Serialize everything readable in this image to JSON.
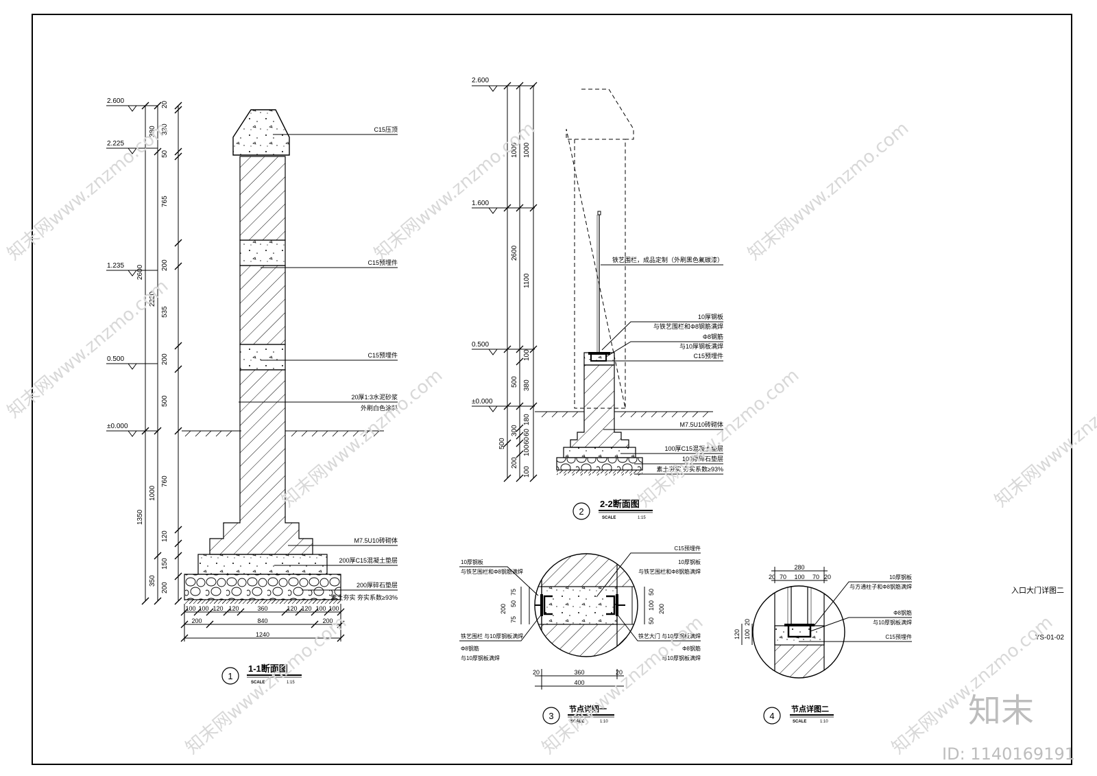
{
  "sheet": {
    "title": "入口大门详图二",
    "number": "YS-01-02",
    "watermark_brand": "知末",
    "watermark_id": "ID: 1140169191",
    "watermark_text": "知末网www.znzmo.com"
  },
  "section1": {
    "num": "1",
    "title": "1-1断面图",
    "scale_label": "SCALE",
    "scale": "1:15",
    "levels": [
      "2.600",
      "2.225",
      "1.235",
      "0.500",
      "±0.000"
    ],
    "dims_right": [
      "20",
      "330",
      "50",
      "765",
      "200",
      "535",
      "200",
      "500",
      "760",
      "120",
      "150",
      "200"
    ],
    "dims_left1": [
      "380",
      "2220",
      "1000",
      "350"
    ],
    "dims_left2": [
      "2600",
      "1350"
    ],
    "dims_bottom1": [
      "100",
      "100",
      "120",
      "120",
      "360",
      "120",
      "120",
      "100",
      "100"
    ],
    "dims_bottom2": [
      "200",
      "840",
      "200"
    ],
    "dims_bottom3": "1240",
    "notes": [
      "C15压顶",
      "C15预埋件",
      "C15预埋件",
      "20厚1:3水泥砂浆",
      "外刷白色涂料",
      "M7.5U10砖砌体",
      "200厚C15混凝土垫层",
      "200厚碎石垫层",
      "素土夯实  夯实系数≥93%"
    ]
  },
  "section2": {
    "num": "2",
    "title": "2-2断面图",
    "scale_label": "SCALE",
    "scale": "1:15",
    "levels": [
      "2.600",
      "1.600",
      "0.500",
      "±0.000"
    ],
    "dims_a": [
      "1000",
      "1100",
      "100",
      "380",
      "180",
      "60",
      "60",
      "100",
      "100"
    ],
    "dims_b": [
      "1000",
      "2600",
      "500",
      "300",
      "500",
      "200"
    ],
    "notes": [
      "铁艺围栏，成品定制（外刷黑色氟碳漆）",
      "10厚钢板",
      "与铁艺围栏和Φ8钢筋满焊",
      "Φ8钢筋",
      "与10厚钢板满焊",
      "C15预埋件",
      "M7.5U10砖砌体",
      "100厚C15混凝土垫层",
      "100厚碎石垫层",
      "素土夯实  夯实系数≥93%"
    ]
  },
  "detail3": {
    "num": "3",
    "title": "节点详图一",
    "scale_label": "SCALE",
    "scale": "1:10",
    "dims_left": [
      "200",
      "75",
      "50",
      "75"
    ],
    "dims_right": [
      "50",
      "100",
      "50",
      "200"
    ],
    "dims_bottom": [
      "20",
      "360",
      "20"
    ],
    "dims_total": "400",
    "notes_left": [
      "10厚钢板",
      "与铁艺围栏和Φ8钢筋满焊",
      "铁艺围栏  与10厚钢板满焊",
      "Φ8钢筋",
      "与10厚钢板满焊"
    ],
    "notes_right": [
      "C15预埋件",
      "10厚钢板",
      "与铁艺围栏和Φ8钢筋满焊",
      "铁艺大门  与10厚钢板满焊",
      "Φ8钢筋",
      "与10厚钢板满焊"
    ]
  },
  "detail4": {
    "num": "4",
    "title": "节点详图二",
    "scale_label": "SCALE",
    "scale": "1:10",
    "dims_top": "280",
    "dims_top_parts": [
      "20",
      "70",
      "100",
      "70",
      "20"
    ],
    "dims_left": [
      "20",
      "100",
      "120"
    ],
    "notes": [
      "10厚钢板",
      "与方通柱子和Φ8钢筋满焊",
      "Φ8钢筋",
      "与10厚钢板满焊",
      "C15预埋件"
    ]
  }
}
